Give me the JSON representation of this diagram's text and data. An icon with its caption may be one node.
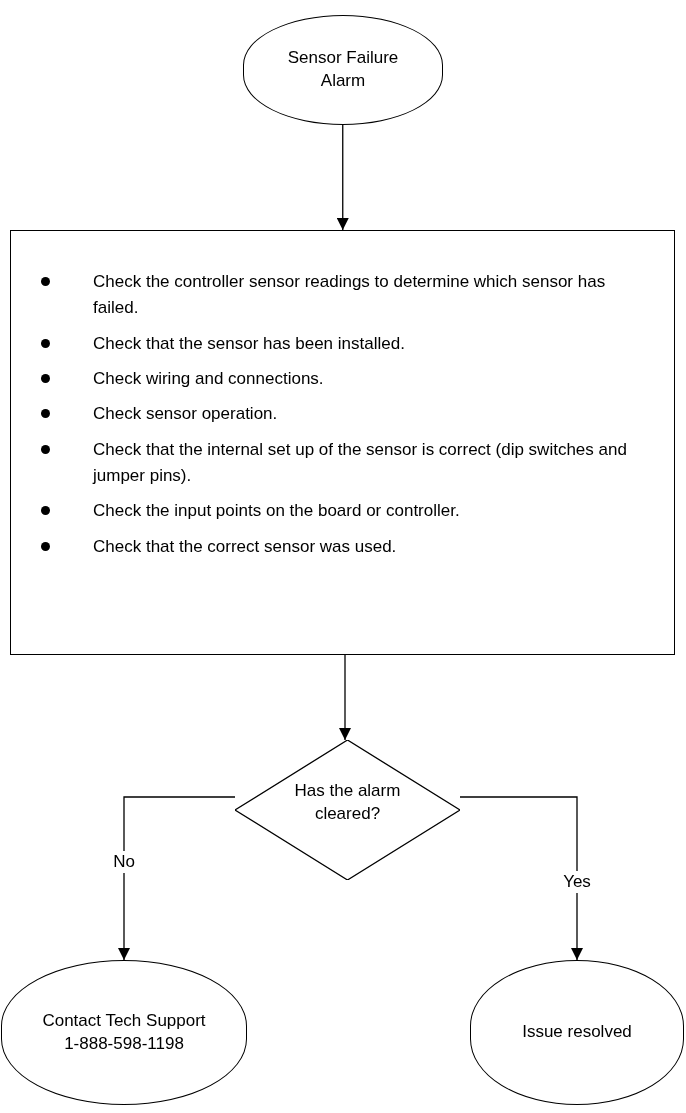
{
  "diagram": {
    "nodes": [
      {
        "text": [
          "Sensor Failure Alarm"
        ]
      },
      {
        "text": [
          "Check the controller sensor readings to determine which sensor has failed.",
          "Check that the sensor has been installed.",
          "Check wiring and connections.",
          "Check sensor operation.",
          "Check that the internal set up of the sensor is correct (dip switches and jumper pins).",
          "Check the input points on the board or controller.",
          "Check that the correct sensor was used."
        ]
      },
      {
        "text": [
          "Has the alarm cleared?"
        ]
      },
      {
        "text": [
          "Contact Tech Support 1-888-598-1198"
        ]
      },
      {
        "text": [
          "Issue resolved"
        ]
      }
    ],
    "edges": [
      {
        "from": 0,
        "to": 1,
        "arrow": "to"
      },
      {
        "from": 1,
        "to": 2,
        "arrow": "to"
      },
      {
        "from": 2,
        "to": 3,
        "arrow": "to",
        "label": "No"
      },
      {
        "from": 2,
        "to": 4,
        "arrow": "to",
        "label": "Yes"
      }
    ]
  }
}
